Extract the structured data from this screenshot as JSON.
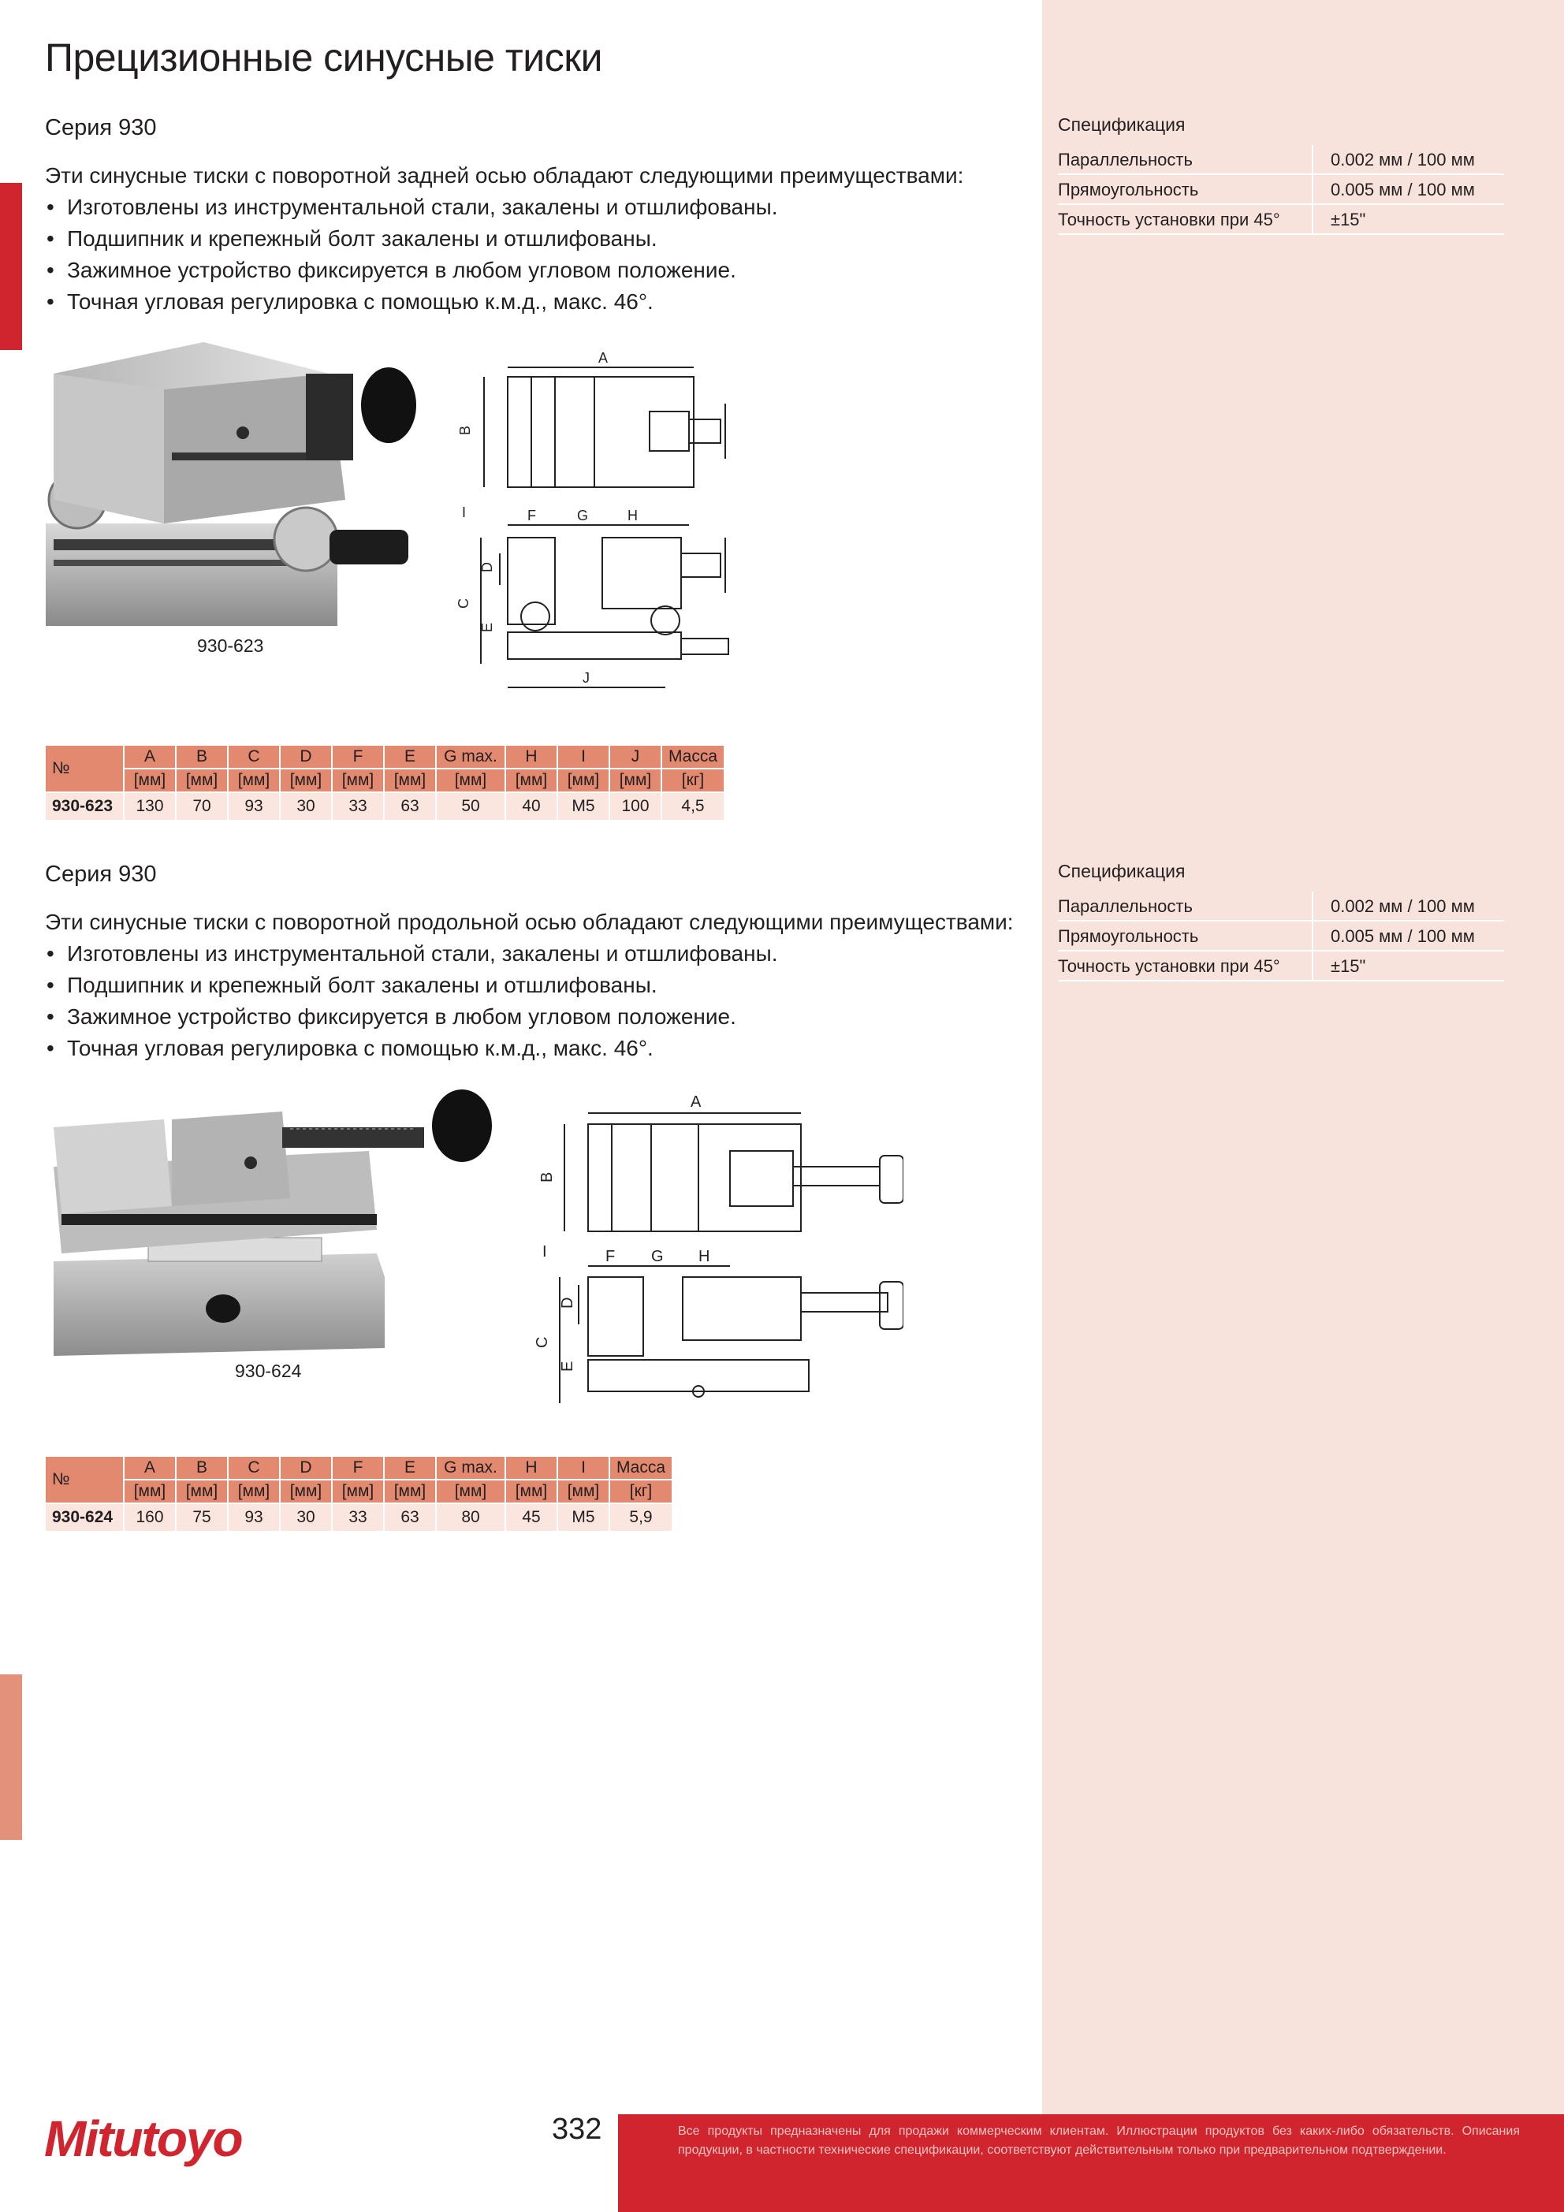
{
  "page": {
    "title": "Прецизионные синусные тиски",
    "page_number": "332",
    "brand": "Mitutoyo",
    "footer_note": "Все продукты предназначены для продажи коммерческим клиентам. Иллюстрации продуктов без каких-либо обязательств. Описания продукции, в частности технические спецификации, соответствуют действительным только при предварительном подтверждении."
  },
  "sections": [
    {
      "series": "Серия 930",
      "intro": "Эти синусные тиски с поворотной задней осью обладают следующими преимуществами:",
      "bullets": [
        "Изготовлены из инструментальной стали, закалены и отшлифованы.",
        "Подшипник и крепежный болт закалены и отшлифованы.",
        "Зажимное устройство фиксируется в любом угловом положение.",
        "Точная угловая регулировка с помощью к.м.д., макс. 46°."
      ],
      "photo_caption": "930-623",
      "spec": {
        "title": "Спецификация",
        "rows": [
          {
            "label": "Параллельность",
            "value": "0.002 мм / 100 мм"
          },
          {
            "label": "Прямоугольность",
            "value": "0.005 мм / 100 мм"
          },
          {
            "label": "Точность установки при 45°",
            "value": "±15\""
          }
        ]
      },
      "table": {
        "headers": [
          {
            "top": "№",
            "bottom": ""
          },
          {
            "top": "A",
            "bottom": "[мм]"
          },
          {
            "top": "B",
            "bottom": "[мм]"
          },
          {
            "top": "C",
            "bottom": "[мм]"
          },
          {
            "top": "D",
            "bottom": "[мм]"
          },
          {
            "top": "F",
            "bottom": "[мм]"
          },
          {
            "top": "E",
            "bottom": "[мм]"
          },
          {
            "top": "G max.",
            "bottom": "[мм]"
          },
          {
            "top": "H",
            "bottom": "[мм]"
          },
          {
            "top": "I",
            "bottom": "[мм]"
          },
          {
            "top": "J",
            "bottom": "[мм]"
          },
          {
            "top": "Масса",
            "bottom": "[кг]"
          }
        ],
        "row": [
          "930-623",
          "130",
          "70",
          "93",
          "30",
          "33",
          "63",
          "50",
          "40",
          "M5",
          "100",
          "4,5"
        ]
      }
    },
    {
      "series": "Серия 930",
      "intro": "Эти синусные тиски с поворотной продольной осью обладают следующими преимуществами:",
      "bullets": [
        "Изготовлены из инструментальной стали, закалены и отшлифованы.",
        "Подшипник и крепежный болт закалены и отшлифованы.",
        "Зажимное устройство фиксируется в любом угловом положение.",
        "Точная угловая регулировка с помощью к.м.д., макс. 46°."
      ],
      "photo_caption": "930-624",
      "spec": {
        "title": "Спецификация",
        "rows": [
          {
            "label": "Параллельность",
            "value": "0.002 мм / 100 мм"
          },
          {
            "label": "Прямоугольность",
            "value": "0.005 мм / 100 мм"
          },
          {
            "label": "Точность установки при 45°",
            "value": "±15\""
          }
        ]
      },
      "table": {
        "headers": [
          {
            "top": "№",
            "bottom": ""
          },
          {
            "top": "A",
            "bottom": "[мм]"
          },
          {
            "top": "B",
            "bottom": "[мм]"
          },
          {
            "top": "C",
            "bottom": "[мм]"
          },
          {
            "top": "D",
            "bottom": "[мм]"
          },
          {
            "top": "F",
            "bottom": "[мм]"
          },
          {
            "top": "E",
            "bottom": "[мм]"
          },
          {
            "top": "G max.",
            "bottom": "[мм]"
          },
          {
            "top": "H",
            "bottom": "[мм]"
          },
          {
            "top": "I",
            "bottom": "[мм]"
          },
          {
            "top": "Масса",
            "bottom": "[кг]"
          }
        ],
        "row": [
          "930-624",
          "160",
          "75",
          "93",
          "30",
          "33",
          "63",
          "80",
          "45",
          "M5",
          "5,9"
        ]
      }
    }
  ],
  "drawing_labels": {
    "A": "A",
    "B": "B",
    "C": "C",
    "D": "D",
    "E": "E",
    "F": "F",
    "G": "G",
    "H": "H",
    "I": "I",
    "J": "J"
  },
  "colors": {
    "brand_red": "#d0242f",
    "table_header": "#e2896f",
    "table_row": "#fbe6df",
    "sidebar": "#f8e3dc"
  }
}
